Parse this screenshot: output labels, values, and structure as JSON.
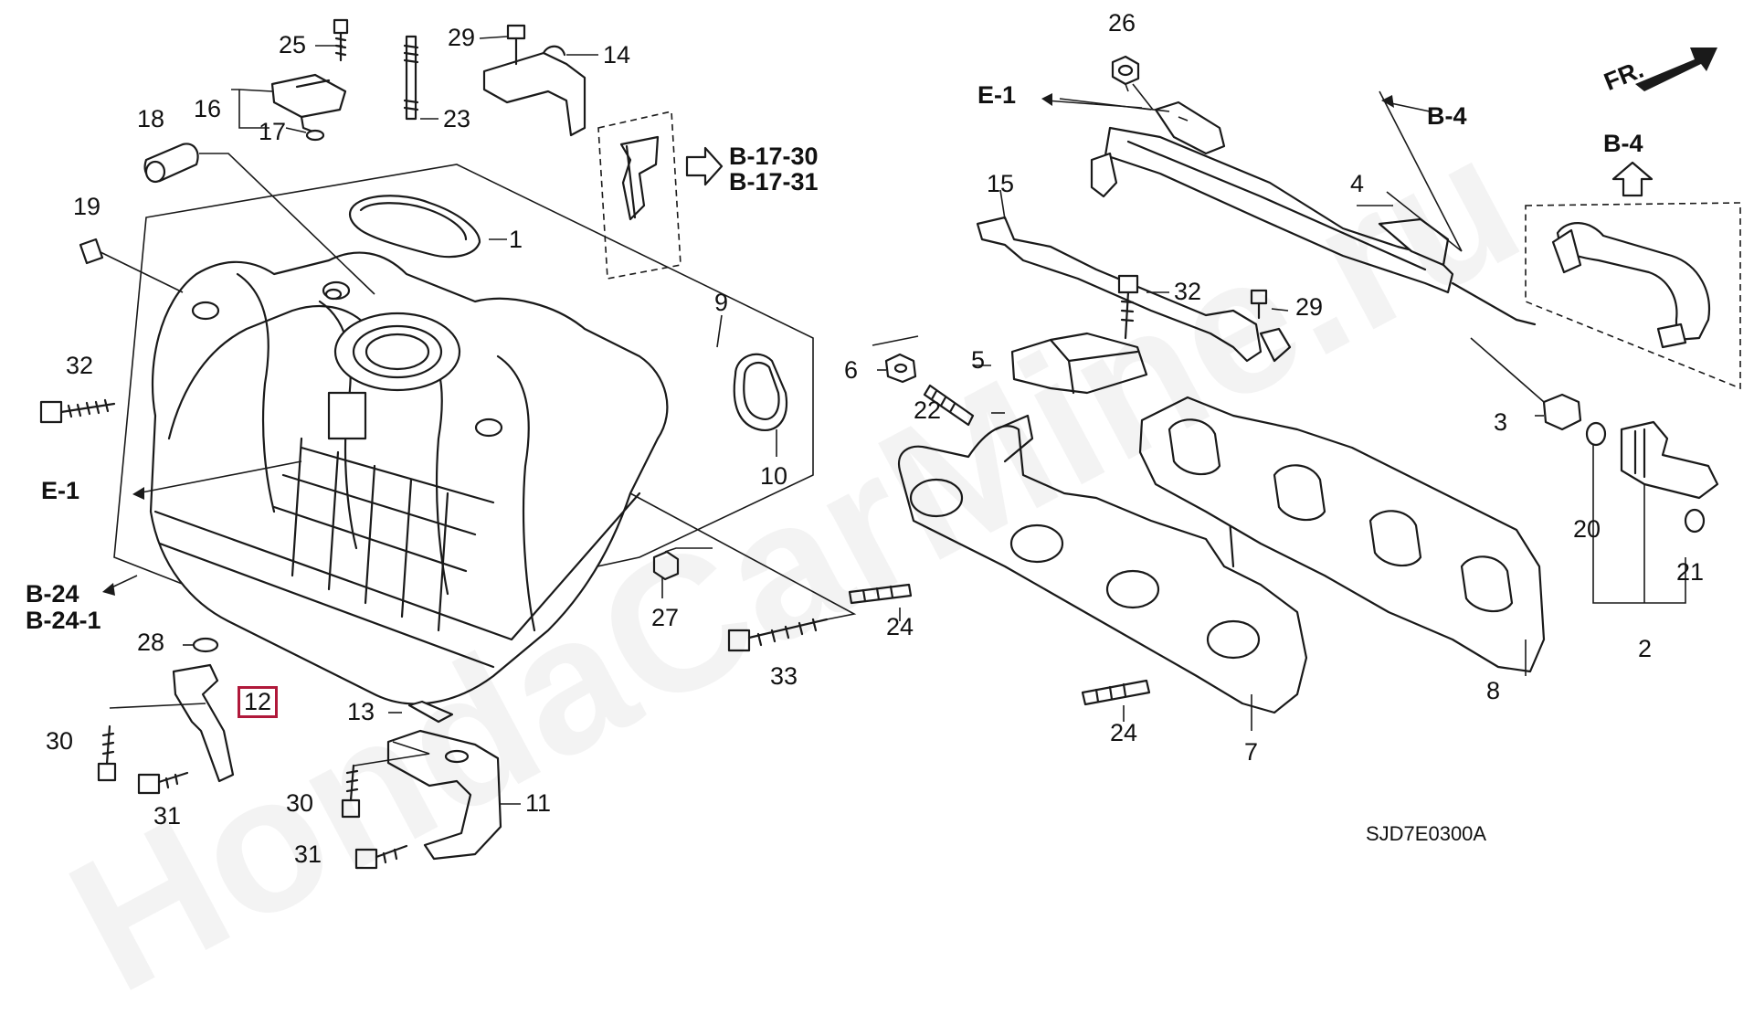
{
  "watermark": "HondaCarMine.ru",
  "diagram_code": "SJD7E0300A",
  "direction_label": "FR.",
  "highlighted_part": "12",
  "callouts": [
    {
      "id": "c25",
      "text": "25"
    },
    {
      "id": "c16",
      "text": "16"
    },
    {
      "id": "c17",
      "text": "17"
    },
    {
      "id": "c18",
      "text": "18"
    },
    {
      "id": "c23",
      "text": "23"
    },
    {
      "id": "c29a",
      "text": "29"
    },
    {
      "id": "c14",
      "text": "14"
    },
    {
      "id": "c1",
      "text": "1"
    },
    {
      "id": "c19",
      "text": "19"
    },
    {
      "id": "c9",
      "text": "9"
    },
    {
      "id": "c32a",
      "text": "32"
    },
    {
      "id": "c10",
      "text": "10"
    },
    {
      "id": "c27",
      "text": "27"
    },
    {
      "id": "c28",
      "text": "28"
    },
    {
      "id": "c12",
      "text": "12"
    },
    {
      "id": "c13",
      "text": "13"
    },
    {
      "id": "c30a",
      "text": "30"
    },
    {
      "id": "c31a",
      "text": "31"
    },
    {
      "id": "c30b",
      "text": "30"
    },
    {
      "id": "c11",
      "text": "11"
    },
    {
      "id": "c31b",
      "text": "31"
    },
    {
      "id": "c33",
      "text": "33"
    },
    {
      "id": "c26",
      "text": "26"
    },
    {
      "id": "c15",
      "text": "15"
    },
    {
      "id": "c4",
      "text": "4"
    },
    {
      "id": "c32b",
      "text": "32"
    },
    {
      "id": "c29b",
      "text": "29"
    },
    {
      "id": "c6",
      "text": "6"
    },
    {
      "id": "c5",
      "text": "5"
    },
    {
      "id": "c22",
      "text": "22"
    },
    {
      "id": "c24a",
      "text": "24"
    },
    {
      "id": "c24b",
      "text": "24"
    },
    {
      "id": "c7",
      "text": "7"
    },
    {
      "id": "c8",
      "text": "8"
    },
    {
      "id": "c3",
      "text": "3"
    },
    {
      "id": "c20",
      "text": "20"
    },
    {
      "id": "c21",
      "text": "21"
    },
    {
      "id": "c2",
      "text": "2"
    }
  ],
  "references": {
    "b17_30": "B-17-30",
    "b17_31": "B-17-31",
    "e1_top": "E-1",
    "e1_left": "E-1",
    "b4_top": "B-4",
    "b4_right": "B-4",
    "b24": "B-24",
    "b24_1": "B-24-1"
  }
}
